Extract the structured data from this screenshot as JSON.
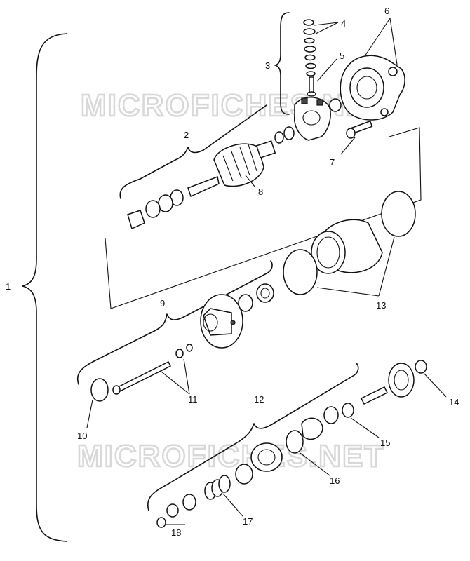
{
  "watermark": "MICROFICHES.NET",
  "callouts": [
    "1",
    "2",
    "3",
    "4",
    "5",
    "6",
    "7",
    "8",
    "9",
    "10",
    "11",
    "12",
    "13",
    "14",
    "15",
    "16",
    "17",
    "18"
  ]
}
